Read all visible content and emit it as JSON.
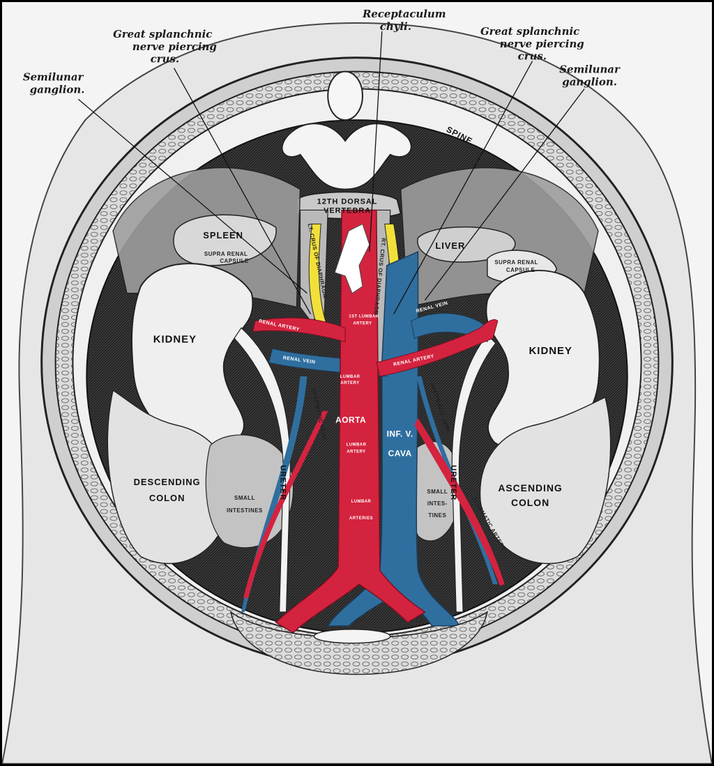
{
  "callouts": {
    "receptaculum": [
      "Receptaculum",
      "chyli."
    ],
    "splanchnic_left": [
      "Great splanchnic",
      "nerve piercing",
      "crus."
    ],
    "splanchnic_right": [
      "Great splanchnic",
      "nerve piercing",
      "crus."
    ],
    "semilunar_left": [
      "Semilunar",
      "ganglion."
    ],
    "semilunar_right": [
      "Semilunar",
      "ganglion."
    ]
  },
  "organs": {
    "vertebra": [
      "12TH DORSAL",
      "VERTEBRA"
    ],
    "spine": "SPINE",
    "spleen": "SPLEEN",
    "liver": "LIVER",
    "supra_renal_left": [
      "SUPRA RENAL",
      "CAPSULE"
    ],
    "supra_renal_right": [
      "SUPRA RENAL",
      "CAPSULE"
    ],
    "kidney_left": "KIDNEY",
    "kidney_right": "KIDNEY",
    "descending_colon": [
      "DESCENDING",
      "COLON"
    ],
    "ascending_colon": [
      "ASCENDING",
      "COLON"
    ],
    "small_int_left": [
      "SMALL",
      "INTESTINES"
    ],
    "small_int_right": [
      "SMALL",
      "INTES-",
      "TINES"
    ],
    "ureter_left": "URETER",
    "ureter_right": "URETER"
  },
  "vessels": {
    "aorta": "AORTA",
    "ivc": [
      "INF. V.",
      "CAVA"
    ],
    "renal_artery_left": "RENAL ARTERY",
    "renal_artery_right": "RENAL ARTERY",
    "renal_vein_left": "RENAL VEIN",
    "renal_vein_right": "RENAL VEIN",
    "lumbar_1": [
      "1ST LUMBAR",
      "ARTERY"
    ],
    "lumbar_2": [
      "LUMBAR",
      "ARTERY"
    ],
    "lumbar_3": [
      "LUMBAR",
      "ARTERY"
    ],
    "lumbar_4": [
      "LUMBAR",
      "ARTERIES"
    ],
    "crus_left": "LT. CRUS OF DIAPHRAGM",
    "crus_right": "RT. CRUS OF DIAPHRAGM",
    "spermatic_vein_left": "SPERMATIC VEIN",
    "spermatic_vein_right": "SPERMATIC VEIN",
    "spermatic_artery": "SPERMATIC ARTERY"
  },
  "colors": {
    "artery": "#d4233f",
    "vein": "#2f6f9f",
    "nerve": "#f2e03a",
    "organ": "#efefef",
    "background": "#f4f4f4"
  }
}
